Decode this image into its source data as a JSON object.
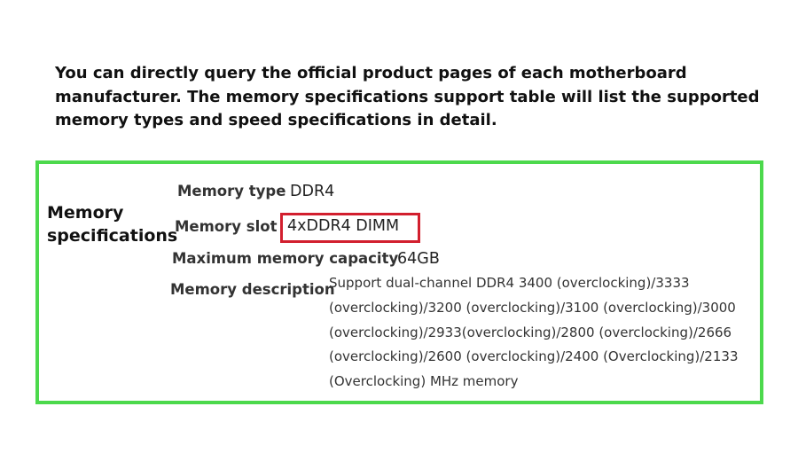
{
  "intro": {
    "text": "You can directly query the official product pages of each motherboard manufacturer. The memory specifications support table will list the supported memory types and speed specifications in detail."
  },
  "specs": {
    "section_title_line1": "Memory",
    "section_title_line2": "specifications",
    "rows": [
      {
        "label": "Memory type",
        "value": "DDR4"
      },
      {
        "label": "Memory slot",
        "value": "4xDDR4 DIMM"
      },
      {
        "label": "Maximum memory capacity",
        "value": "64GB"
      },
      {
        "label": "Memory description",
        "value": "Support dual-channel DDR4 3400 (overclocking)/3333 (overclocking)/3200 (overclocking)/3100 (overclocking)/3000 (overclocking)/2933(overclocking)/2800 (overclocking)/2666 (overclocking)/2600 (overclocking)/2400 (Overclocking)/2133 (Overclocking) MHz memory"
      }
    ]
  },
  "colors": {
    "box_border": "#4cd94c",
    "highlight_border": "#d21f2e"
  }
}
